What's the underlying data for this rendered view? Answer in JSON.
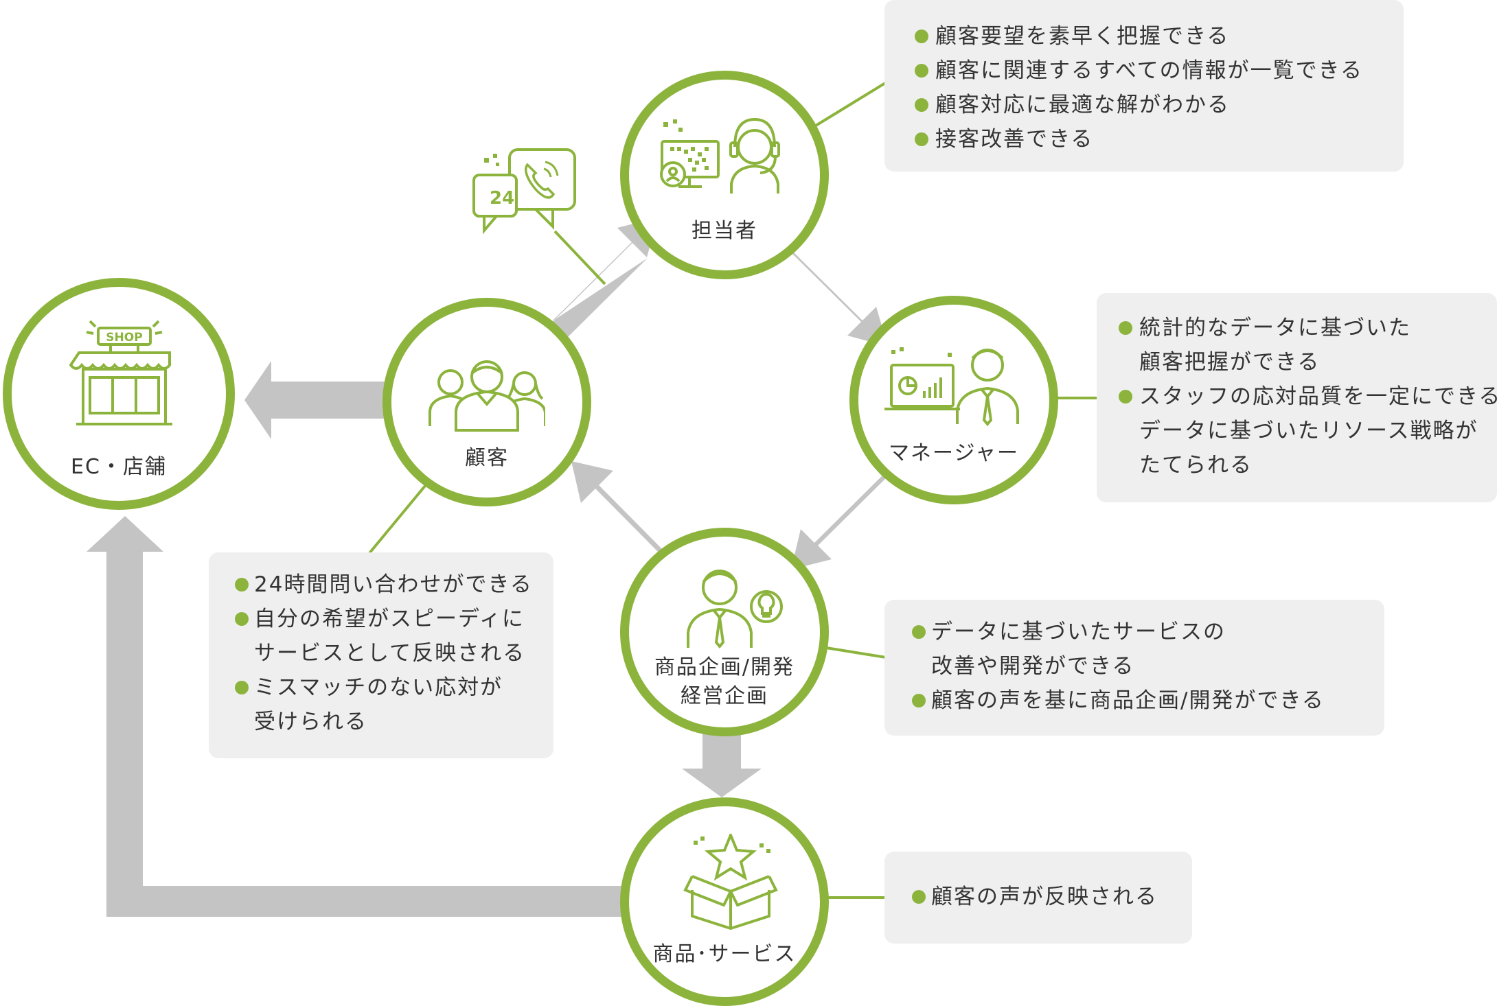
{
  "accent": "#8cb43c",
  "arrow_color": "#c4c4c4",
  "box_color": "#efefef",
  "nodes": {
    "store": {
      "label": "EC・店舗",
      "icon": "shop-icon",
      "sign": "SHOP"
    },
    "customer": {
      "label": "顧客",
      "icon": "customers-icon"
    },
    "staff": {
      "label": "担当者",
      "icon": "operator-icon",
      "badge": "24"
    },
    "manager": {
      "label": "マネージャー",
      "icon": "manager-icon"
    },
    "planning": {
      "label_line1": "商品企画/開発",
      "label_line2": "経営企画",
      "icon": "planner-icon"
    },
    "product": {
      "label": "商品･サービス",
      "icon": "gift-box-icon"
    }
  },
  "benefits": {
    "staff": [
      "顧客要望を素早く把握できる",
      "顧客に関連するすべての情報が一覧できる",
      "顧客対応に最適な解がわかる",
      "接客改善できる"
    ],
    "manager": [
      [
        "統計的なデータに基づいた",
        "顧客把握ができる"
      ],
      [
        "スタッフの応対品質を一定にできる",
        "データに基づいたリソース戦略が",
        "たてられる"
      ]
    ],
    "customer": [
      [
        "24時間問い合わせができる"
      ],
      [
        "自分の希望がスピーディに",
        "サービスとして反映される"
      ],
      [
        "ミスマッチのない応対が",
        "受けられる"
      ]
    ],
    "planning": [
      [
        "データに基づいたサービスの",
        "改善や開発ができる"
      ],
      [
        "顧客の声を基に商品企画/開発ができる"
      ]
    ],
    "product": [
      "顧客の声が反映される"
    ]
  }
}
